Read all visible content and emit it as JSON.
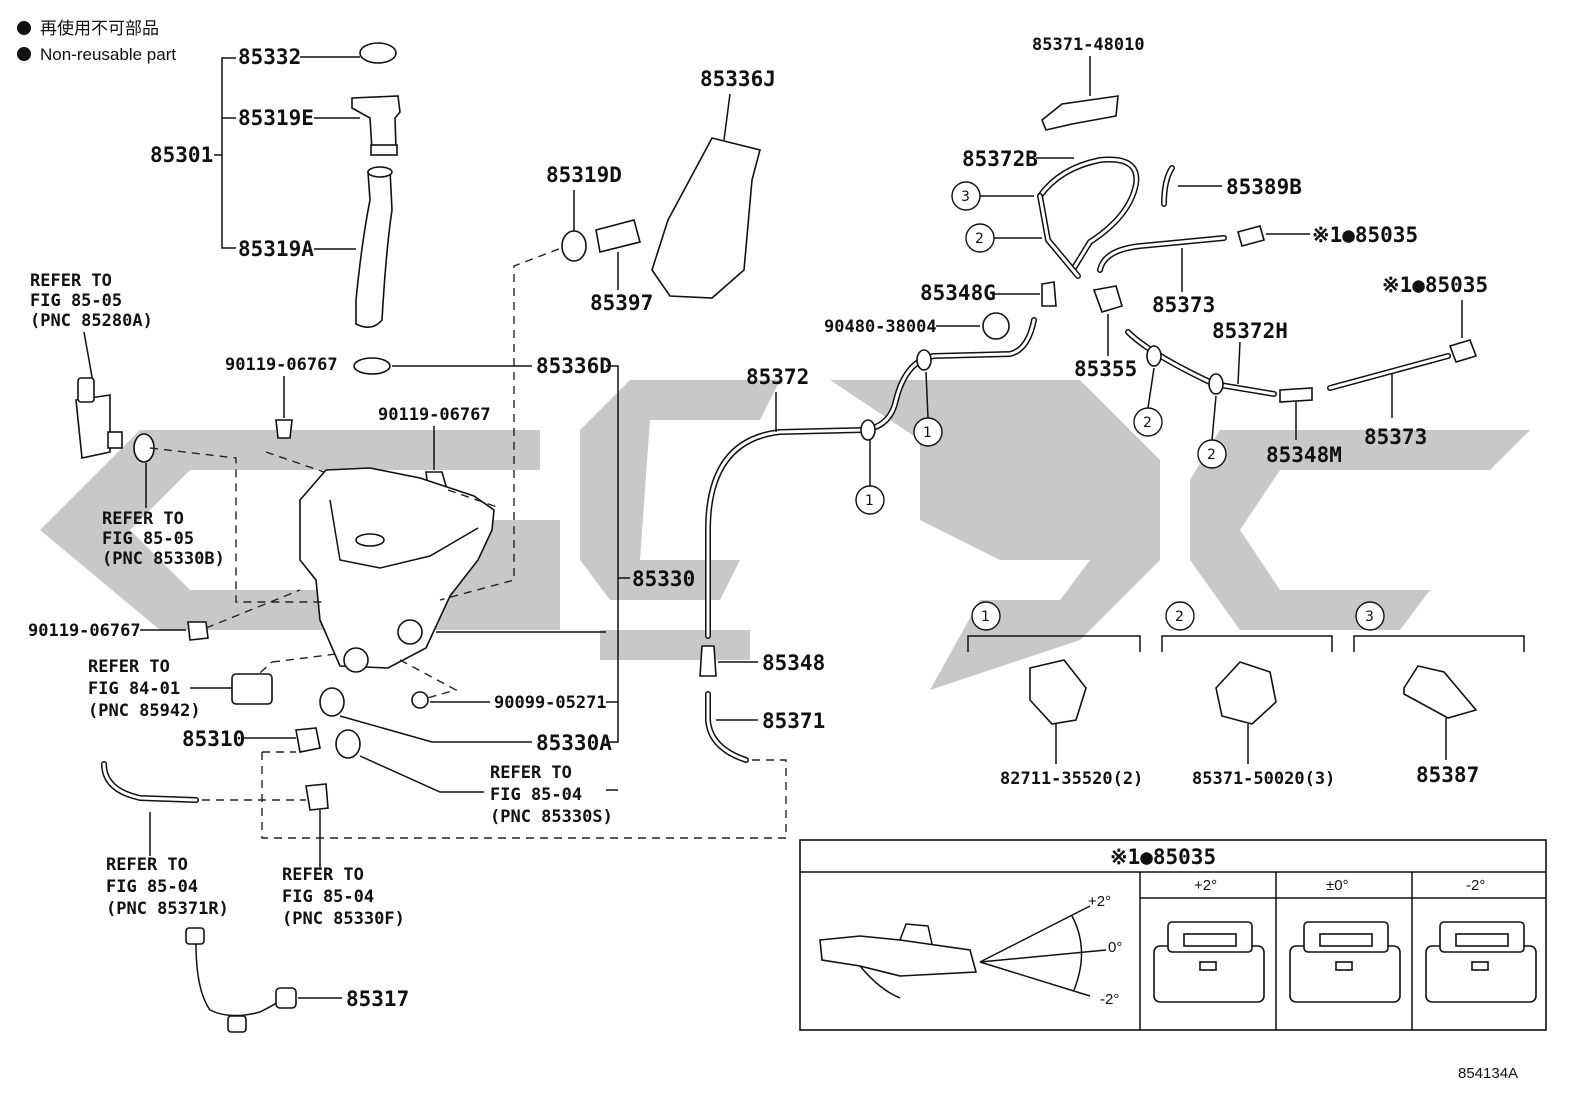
{
  "legend": {
    "symbol": "●",
    "ja": "再使用不可部品",
    "en": "Non-reusable part"
  },
  "parts": {
    "p85332": "85332",
    "p85319E": "85319E",
    "p85301": "85301",
    "p85319A": "85319A",
    "p85336J": "85336J",
    "p85319D": "85319D",
    "p85397": "85397",
    "p85336D": "85336D",
    "p85330": "85330",
    "p85330A": "85330A",
    "p85310": "85310",
    "p85317": "85317",
    "p85372": "85372",
    "p85348": "85348",
    "p85371": "85371",
    "p85371_48010": "85371-48010",
    "p85372B": "85372B",
    "p85389B": "85389B",
    "p85035_a": "※1●85035",
    "p85035_b": "※1●85035",
    "p85373_a": "85373",
    "p85373_b": "85373",
    "p85348G": "85348G",
    "p90480": "90480-38004",
    "p85355": "85355",
    "p85372H": "85372H",
    "p85348M": "85348M",
    "b90119_a": "90119-06767",
    "b90119_b": "90119-06767",
    "b90119_c": "90119-06767",
    "n90099": "90099-05271"
  },
  "refs": {
    "r85280A": [
      "REFER TO",
      "FIG 85-05",
      "(PNC 85280A)"
    ],
    "r85330B": [
      "REFER TO",
      "FIG 85-05",
      "(PNC 85330B)"
    ],
    "r85942": [
      "REFER TO",
      "FIG 84-01",
      "(PNC 85942)"
    ],
    "r85330S": [
      "REFER TO",
      "FIG 85-04",
      "(PNC 85330S)"
    ],
    "r85371R": [
      "REFER TO",
      "FIG 85-04",
      "(PNC 85371R)"
    ],
    "r85330F": [
      "REFER TO",
      "FIG 85-04",
      "(PNC 85330F)"
    ]
  },
  "clips": [
    {
      "num": "1",
      "part": "82711-35520(2)"
    },
    {
      "num": "2",
      "part": "85371-50020(3)"
    },
    {
      "num": "3",
      "part": "85387"
    }
  ],
  "callouts": {
    "one": "1",
    "two": "2",
    "three": "3"
  },
  "nozzle_table": {
    "title": "※1●85035",
    "angles": [
      "+2°",
      "0°",
      "-2°"
    ],
    "columns": [
      "+2°",
      "±0°",
      "-2°"
    ]
  },
  "figure_id": "854134A"
}
